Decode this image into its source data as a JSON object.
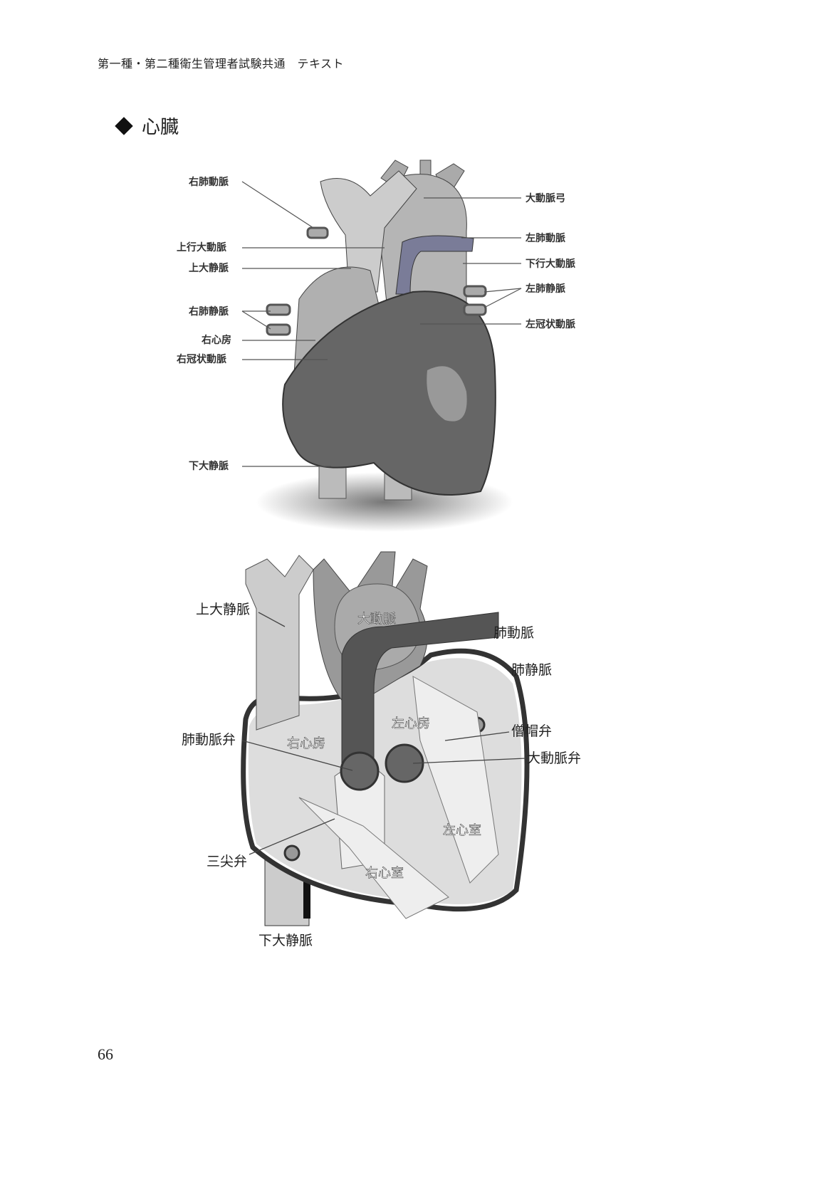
{
  "header": {
    "running_title": "第一種・第二種衛生管理者試験共通　テキスト"
  },
  "section": {
    "title": "心臓"
  },
  "external_view": {
    "labels_left": [
      "右肺動脈",
      "上行大動脈",
      "上大静脈",
      "右肺静脈",
      "右心房",
      "右冠状動脈",
      "下大静脈"
    ],
    "labels_right": [
      "大動脈弓",
      "左肺動脈",
      "下行大動脈",
      "左肺静脈",
      "左冠状動脈"
    ]
  },
  "internal_view": {
    "upper_vena_cava": "上大静脈",
    "aorta": "大動脈",
    "pulmonary_artery": "肺動脈",
    "pulmonary_vein": "肺静脈",
    "mitral_valve": "僧帽弁",
    "aortic_valve": "大動脈弁",
    "pulmonary_valve": "肺動脈弁",
    "tricuspid_valve": "三尖弁",
    "inferior_vena_cava": "下大静脈",
    "right_atrium": "右心房",
    "left_atrium": "左心房",
    "right_ventricle": "右心室",
    "left_ventricle": "左心室"
  },
  "page_number": "66"
}
